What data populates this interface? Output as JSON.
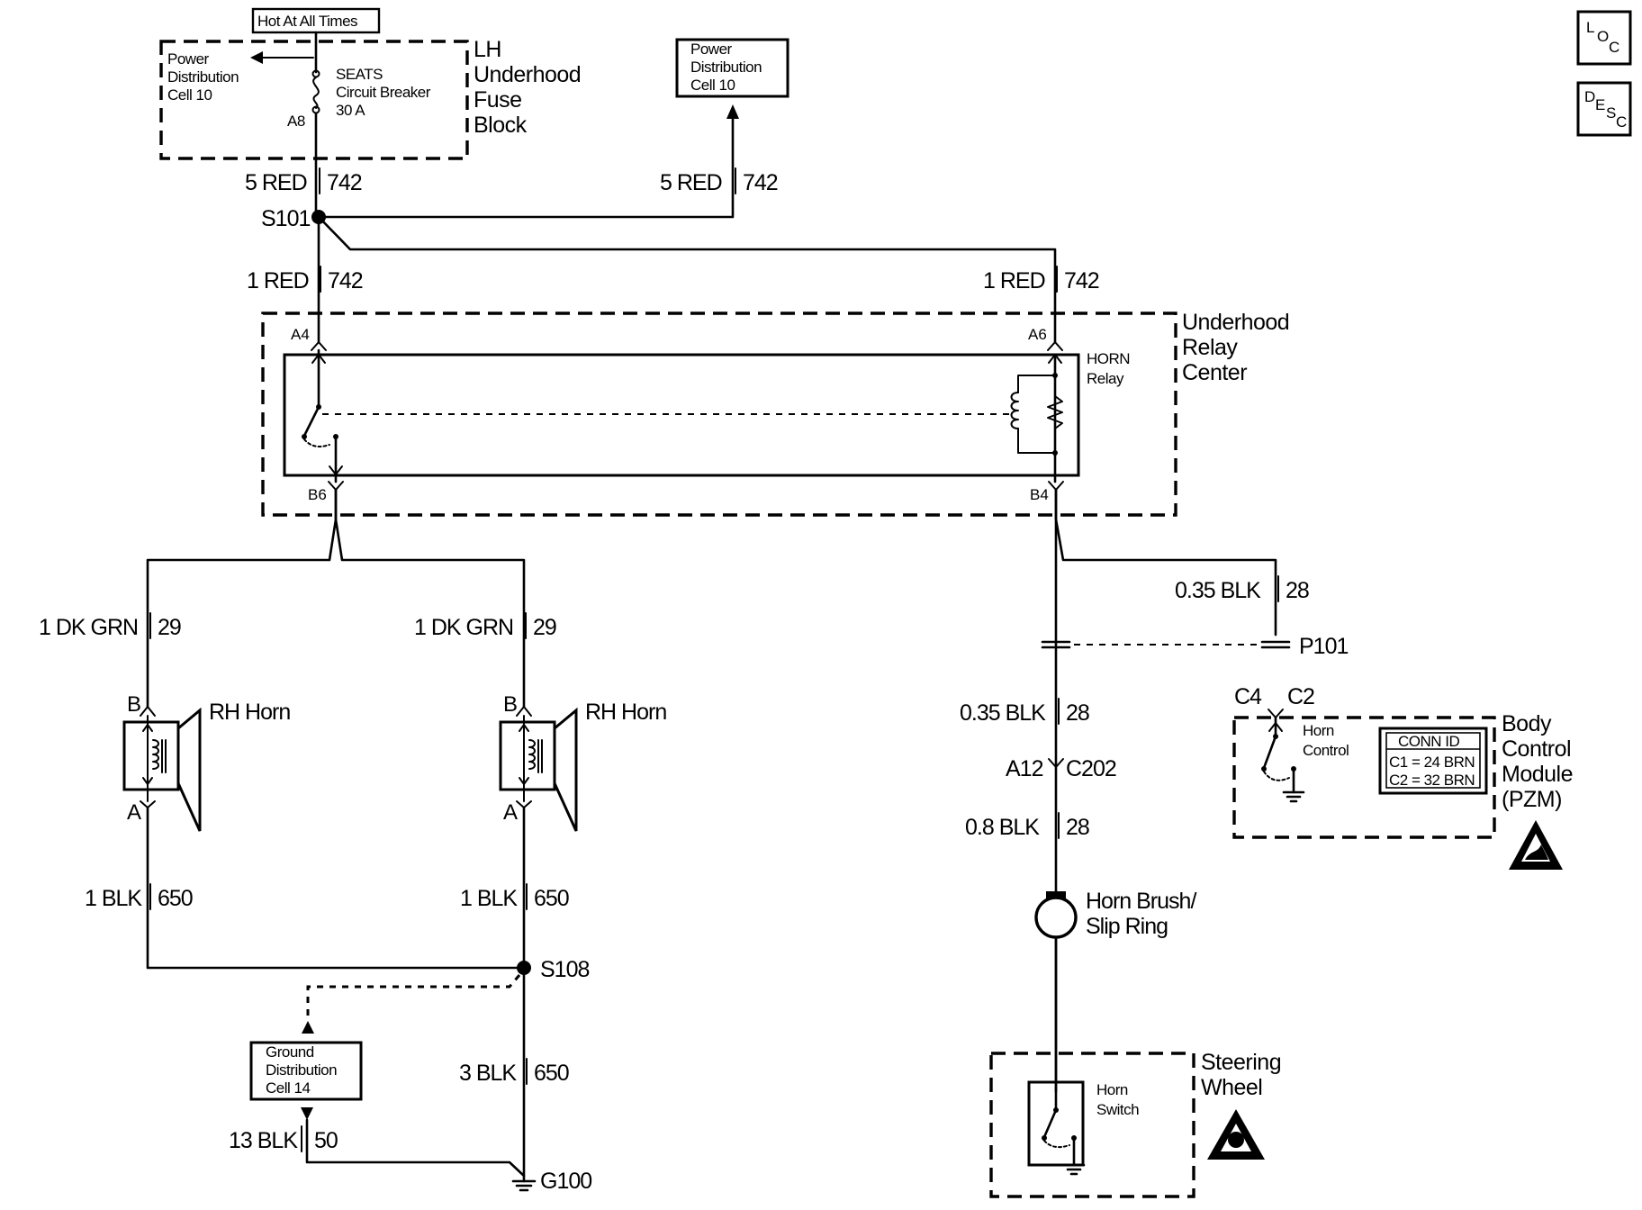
{
  "header": {
    "hot_at_all_times": "Hot At All Times",
    "power_dist_1": "Power",
    "power_dist_2": "Distribution",
    "power_dist_3": "Cell 10"
  },
  "fuse_block": {
    "name_1": "LH",
    "name_2": "Underhood",
    "name_3": "Fuse",
    "name_4": "Block",
    "breaker_1": "SEATS",
    "breaker_2": "Circuit Breaker",
    "breaker_3": "30 A",
    "pin": "A8"
  },
  "splices": {
    "s101": "S101",
    "s108": "S108",
    "g100": "G100",
    "p101": "P101"
  },
  "wires": {
    "red5_color": "5 RED",
    "red5_circuit": "742",
    "red1_color": "1 RED",
    "red1_circuit": "742",
    "dkgrn_color": "1 DK GRN",
    "dkgrn_circuit": "29",
    "blk1_color": "1 BLK",
    "blk1_circuit": "650",
    "blk3_color": "3 BLK",
    "blk3_circuit": "650",
    "blk13_color": "13 BLK",
    "blk13_circuit": "50",
    "blk035_color": "0.35 BLK",
    "blk035_circuit": "28",
    "blk08_color": "0.8 BLK",
    "blk08_circuit": "28"
  },
  "relay_center": {
    "name_1": "Underhood",
    "name_2": "Relay",
    "name_3": "Center",
    "relay_1": "HORN",
    "relay_2": "Relay",
    "pin_a4": "A4",
    "pin_a6": "A6",
    "pin_b6": "B6",
    "pin_b4": "B4"
  },
  "horns": {
    "label": "RH Horn",
    "pin_b": "B",
    "pin_a": "A"
  },
  "ground_dist": {
    "line_1": "Ground",
    "line_2": "Distribution",
    "line_3": "Cell 14"
  },
  "connectors": {
    "a12": "A12",
    "c202": "C202",
    "c4": "C4",
    "c2": "C2"
  },
  "bcm": {
    "name_1": "Body",
    "name_2": "Control",
    "name_3": "Module",
    "name_4": "(PZM)",
    "control_1": "Horn",
    "control_2": "Control",
    "conn_id": "CONN ID",
    "conn_c1": "C1 = 24 BRN",
    "conn_c2": "C2 = 32 BRN"
  },
  "slip_ring": {
    "line_1": "Horn Brush/",
    "line_2": "Slip Ring"
  },
  "steering": {
    "name_1": "Steering",
    "name_2": "Wheel",
    "switch_1": "Horn",
    "switch_2": "Switch"
  },
  "corner_icons": {
    "loc": [
      "L",
      "O",
      "C"
    ],
    "desc": [
      "D",
      "E",
      "S",
      "C"
    ]
  }
}
